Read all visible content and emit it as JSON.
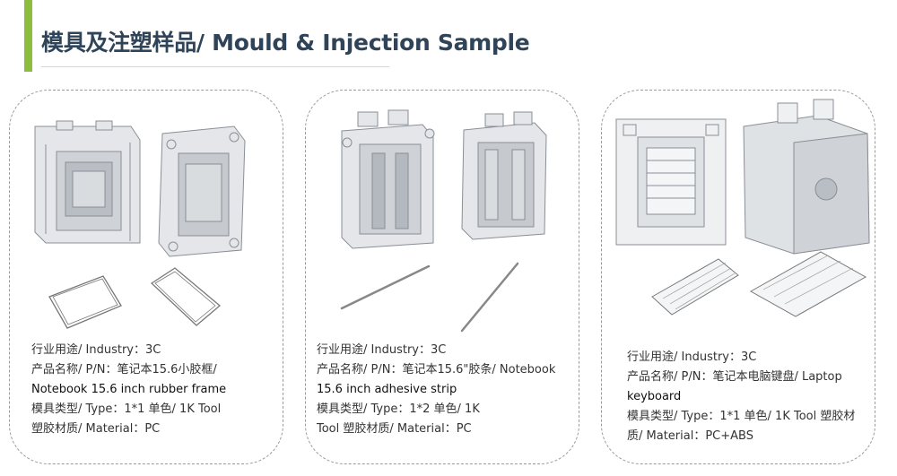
{
  "colors": {
    "accent": "#8bbd3f",
    "title": "#2f4458",
    "card_border": "#9a9a9a",
    "line_art": "#8a8f96"
  },
  "title": {
    "cn": "模具及注塑样品",
    "en": "/ Mould & Injection Sample"
  },
  "cards": [
    {
      "lines": [
        "行业用途/ Industry：3C",
        "产品名称/ P/N：笔记本15.6小胶框/",
        "Notebook 15.6 inch rubber frame",
        "模具类型/ Type：1*1 单色/ 1K Tool",
        "塑胶材质/ Material：PC"
      ]
    },
    {
      "lines": [
        "行业用途/ Industry：3C",
        "产品名称/ P/N：笔记本15.6\"胶条/ Notebook",
        "15.6 inch adhesive strip",
        "模具类型/ Type：1*2 单色/ 1K",
        "Tool 塑胶材质/ Material：PC"
      ]
    },
    {
      "lines": [
        "行业用途/ Industry：3C",
        "产品名称/ P/N：笔记本电脑键盘/ Laptop",
        "keyboard",
        "模具类型/ Type：1*1 单色/ 1K Tool 塑胶材",
        "质/ Material：PC+ABS"
      ]
    }
  ]
}
